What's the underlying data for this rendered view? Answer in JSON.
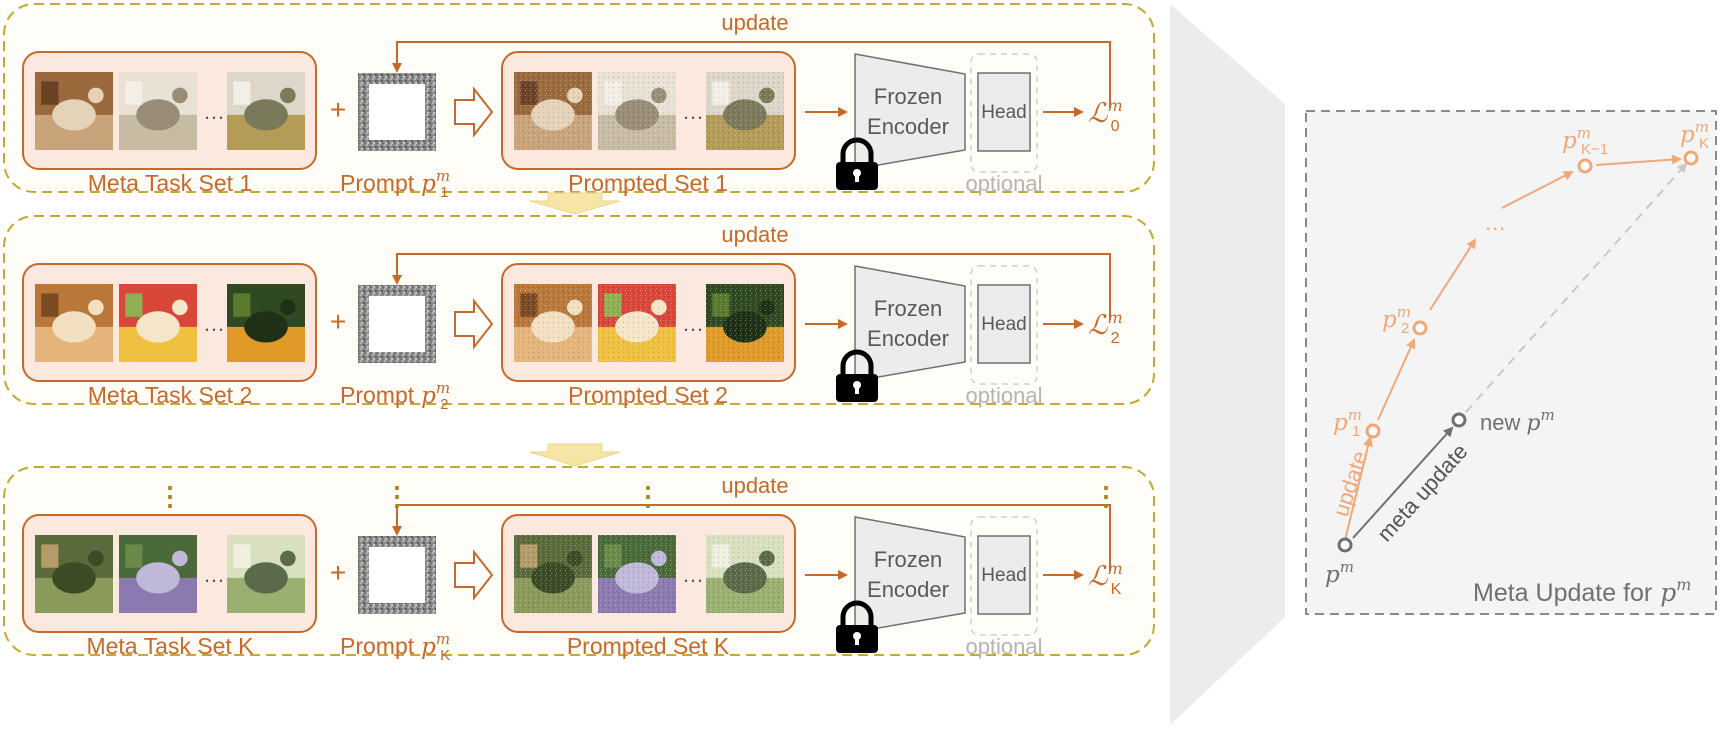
{
  "rows": [
    {
      "update_label": "update",
      "task_label": "Meta Task Set 1",
      "prompt_label": "Prompt",
      "prompt_symbol": "p",
      "prompt_sub": "1",
      "prompt_sup": "m",
      "prompted_label": "Prompted Set 1",
      "encoder_line1": "Frozen",
      "encoder_line2": "Encoder",
      "head_label": "Head",
      "optional_label": "optional",
      "loss_symbol": "ℒ",
      "loss_sub": "0",
      "loss_sup": "m",
      "images": [
        "living-room",
        "bedroom",
        "armchair-room"
      ]
    },
    {
      "update_label": "update",
      "task_label": "Meta Task Set 2",
      "prompt_label": "Prompt",
      "prompt_symbol": "p",
      "prompt_sub": "2",
      "prompt_sup": "m",
      "prompted_label": "Prompted Set 2",
      "encoder_line1": "Frozen",
      "encoder_line2": "Encoder",
      "head_label": "Head",
      "optional_label": "optional",
      "loss_symbol": "ℒ",
      "loss_sub": "2",
      "loss_sup": "m",
      "images": [
        "bread",
        "soup-bowl",
        "fruit-tree"
      ]
    },
    {
      "update_label": "update",
      "task_label": "Meta Task Set K",
      "prompt_label": "Prompt",
      "prompt_symbol": "p",
      "prompt_sub": "K",
      "prompt_sup": "m",
      "prompted_label": "Prompted Set K",
      "encoder_line1": "Frozen",
      "encoder_line2": "Encoder",
      "head_label": "Head",
      "optional_label": "optional",
      "loss_symbol": "ℒ",
      "loss_sub": "K",
      "loss_sup": "m",
      "images": [
        "artichokes",
        "flowers",
        "cabbage"
      ]
    }
  ],
  "meta_panel": {
    "title": "Meta Update for",
    "title_symbol": "p",
    "title_sup": "m",
    "points": [
      {
        "symbol": "p",
        "sub": "",
        "sup": "m"
      },
      {
        "symbol": "p",
        "sub": "1",
        "sup": "m"
      },
      {
        "symbol": "p",
        "sub": "2",
        "sup": "m"
      },
      {
        "symbol": "p",
        "sub": "K−1",
        "sup": "m"
      },
      {
        "symbol": "p",
        "sub": "K",
        "sup": "m"
      }
    ],
    "new_label": "new",
    "new_symbol": "p",
    "new_sup": "m",
    "update_label": "update",
    "meta_update_label": "meta update"
  },
  "colors": {
    "accent": "#c8692a",
    "light_accent": "#f0a878",
    "panel_border": "#c8a832",
    "gray": "#707070"
  }
}
